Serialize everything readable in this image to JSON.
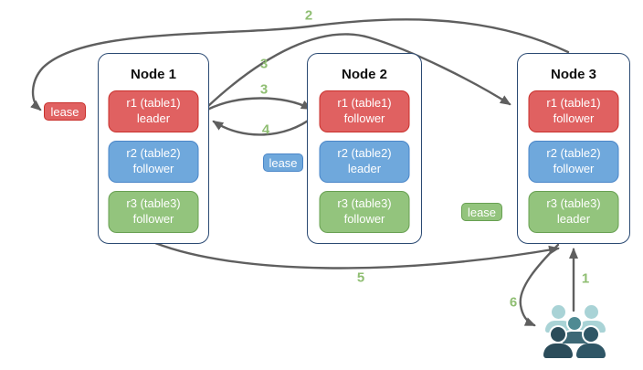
{
  "nodes": [
    {
      "title": "Node 1",
      "replicas": [
        {
          "name": "r1 (table1)",
          "role": "leader",
          "color": "red"
        },
        {
          "name": "r2 (table2)",
          "role": "follower",
          "color": "blue"
        },
        {
          "name": "r3 (table3)",
          "role": "follower",
          "color": "green"
        }
      ]
    },
    {
      "title": "Node 2",
      "replicas": [
        {
          "name": "r1 (table1)",
          "role": "follower",
          "color": "red"
        },
        {
          "name": "r2 (table2)",
          "role": "leader",
          "color": "blue"
        },
        {
          "name": "r3 (table3)",
          "role": "follower",
          "color": "green"
        }
      ]
    },
    {
      "title": "Node 3",
      "replicas": [
        {
          "name": "r1 (table1)",
          "role": "follower",
          "color": "red"
        },
        {
          "name": "r2 (table2)",
          "role": "follower",
          "color": "blue"
        },
        {
          "name": "r3 (table3)",
          "role": "leader",
          "color": "green"
        }
      ]
    }
  ],
  "leases": [
    {
      "label": "lease",
      "color": "red"
    },
    {
      "label": "lease",
      "color": "blue"
    },
    {
      "label": "lease",
      "color": "green"
    }
  ],
  "step_labels": [
    "1",
    "2",
    "3",
    "3",
    "4",
    "5",
    "6"
  ],
  "icons": {
    "users": "users-icon"
  },
  "palette": {
    "replica_red": "#e06161",
    "replica_red_border": "#c9302c",
    "replica_blue": "#6fa8dc",
    "replica_blue_border": "#4a86c8",
    "replica_green": "#93c47d",
    "replica_green_border": "#68a052",
    "node_border": "#2b4a73",
    "arrow_gray": "#5f5f5f",
    "step_label_green": "#8fbe72",
    "users_light_teal": "#a9d3d6",
    "users_medium_teal": "#4f8a93",
    "users_dark_slate": "#2b4c5a"
  }
}
